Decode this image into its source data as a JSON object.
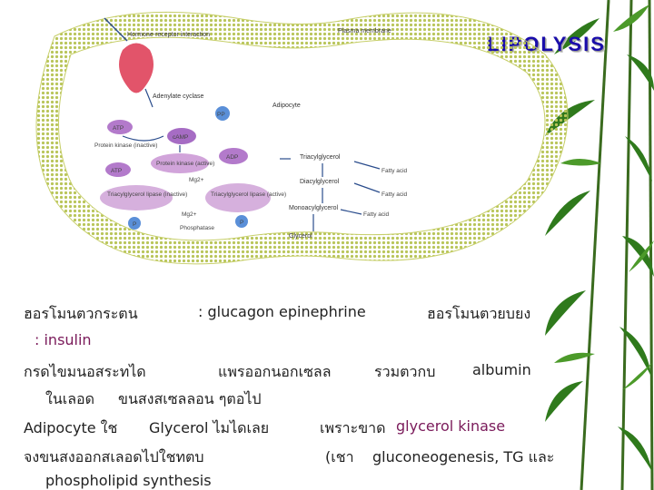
{
  "title": "LIPOLYSIS",
  "diagram": {
    "hormone_receptor": "Hormone-receptor interaction",
    "plasma_membrane": "Plasma membrane",
    "adenylate_cyclase": "Adenylate cyclase",
    "adipocyte": "Adipocyte",
    "pp": "PP",
    "atp1": "ATP",
    "camp": "cAMP",
    "protein_kinase_inactive": "Protein kinase (inactive)",
    "atp2": "ATP",
    "protein_kinase_active": "Protein kinase (active)",
    "adp": "ADP",
    "triacylglycerol": "Triacylglycerol",
    "fatty_acid1": "Fatty acid",
    "mg2": "Mg2+",
    "diacylglycerol": "Diacylglycerol",
    "fatty_acid2": "Fatty acid",
    "tg_lipase_inactive": "Triacylglycerol lipase (inactive)",
    "tg_lipase_active": "Triacylglycerol lipase (active)",
    "monoacylglycerol": "Monoacylglycerol",
    "fatty_acid3": "Fatty acid",
    "mg2b": "Mg2+",
    "p1": "P",
    "p2": "P",
    "phosphatase": "Phosphatase",
    "glycerol": "Glycerol"
  },
  "lines": [
    [
      "ฮอรโมนตวกระตน",
      ": glucagon  epinephrine",
      "ฮอรโมนตวยบยง"
    ],
    [
      ":  insulin"
    ],
    [
      "กรดไขมนอสระทได",
      "แพรออกนอกเซลล",
      "รวมตวกบ",
      "albumin"
    ],
    [
      "ในเลอด",
      "ขนสงสเซลลอน ๆตอไป"
    ],
    [
      "Adipocyte ใช",
      "Glycerol ไมไดเลย",
      "เพราะขาด",
      "glycerol  kinase"
    ],
    [
      "จงขนสงออกสเลอดไปใชทตบ",
      "(เชา",
      "gluconeogenesis, TG และ"
    ],
    [
      "phospholipid synthesis"
    ]
  ]
}
